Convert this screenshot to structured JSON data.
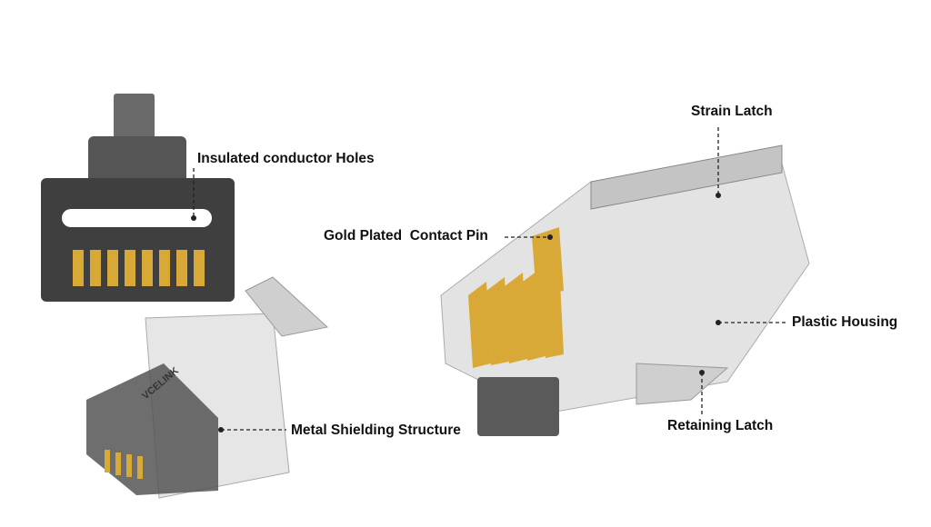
{
  "title": "RJ45 connector anatomy",
  "brand": "VCELINK",
  "labels": {
    "insulated_holes": "Insulated conductor Holes",
    "strain_latch": "Strain Latch",
    "gold_pin": "Gold Plated  Contact Pin",
    "plastic_housing": "Plastic Housing",
    "metal_shielding": "Metal Shielding Structure",
    "retaining_latch": "Retaining Latch"
  },
  "colors": {
    "gold": "#d9a937",
    "housing": "#4a4a4a",
    "text": "#111111"
  }
}
